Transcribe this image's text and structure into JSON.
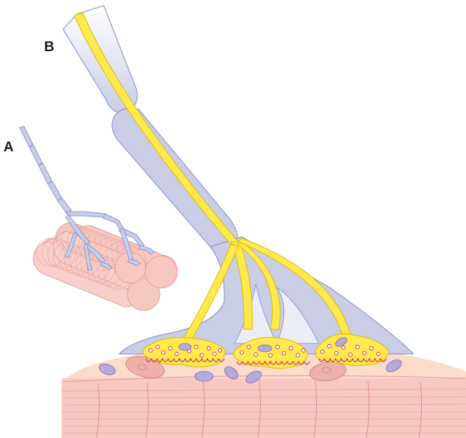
{
  "labels": {
    "a": "A",
    "b": "B"
  },
  "colors": {
    "axon": "#ffe94f",
    "axon_outline": "#d8b800",
    "schwann_sheath": "#c9cde6",
    "sheath_outline": "#8f96c9",
    "muscle_fiber": "#f7c7c2",
    "muscle_outline": "#e2a09a",
    "sarcoplasm": "#fbdcca",
    "striation": "#e0a5a5",
    "mitochondria": "#b8a8dc",
    "nucleus": "#eeb1ab",
    "vesicles": "#cc3355"
  },
  "icons": {
    "panel_a": "muscle-fiber-bundle-with-branching-nerve",
    "panel_b": "neuromuscular-junction-cross-section"
  }
}
